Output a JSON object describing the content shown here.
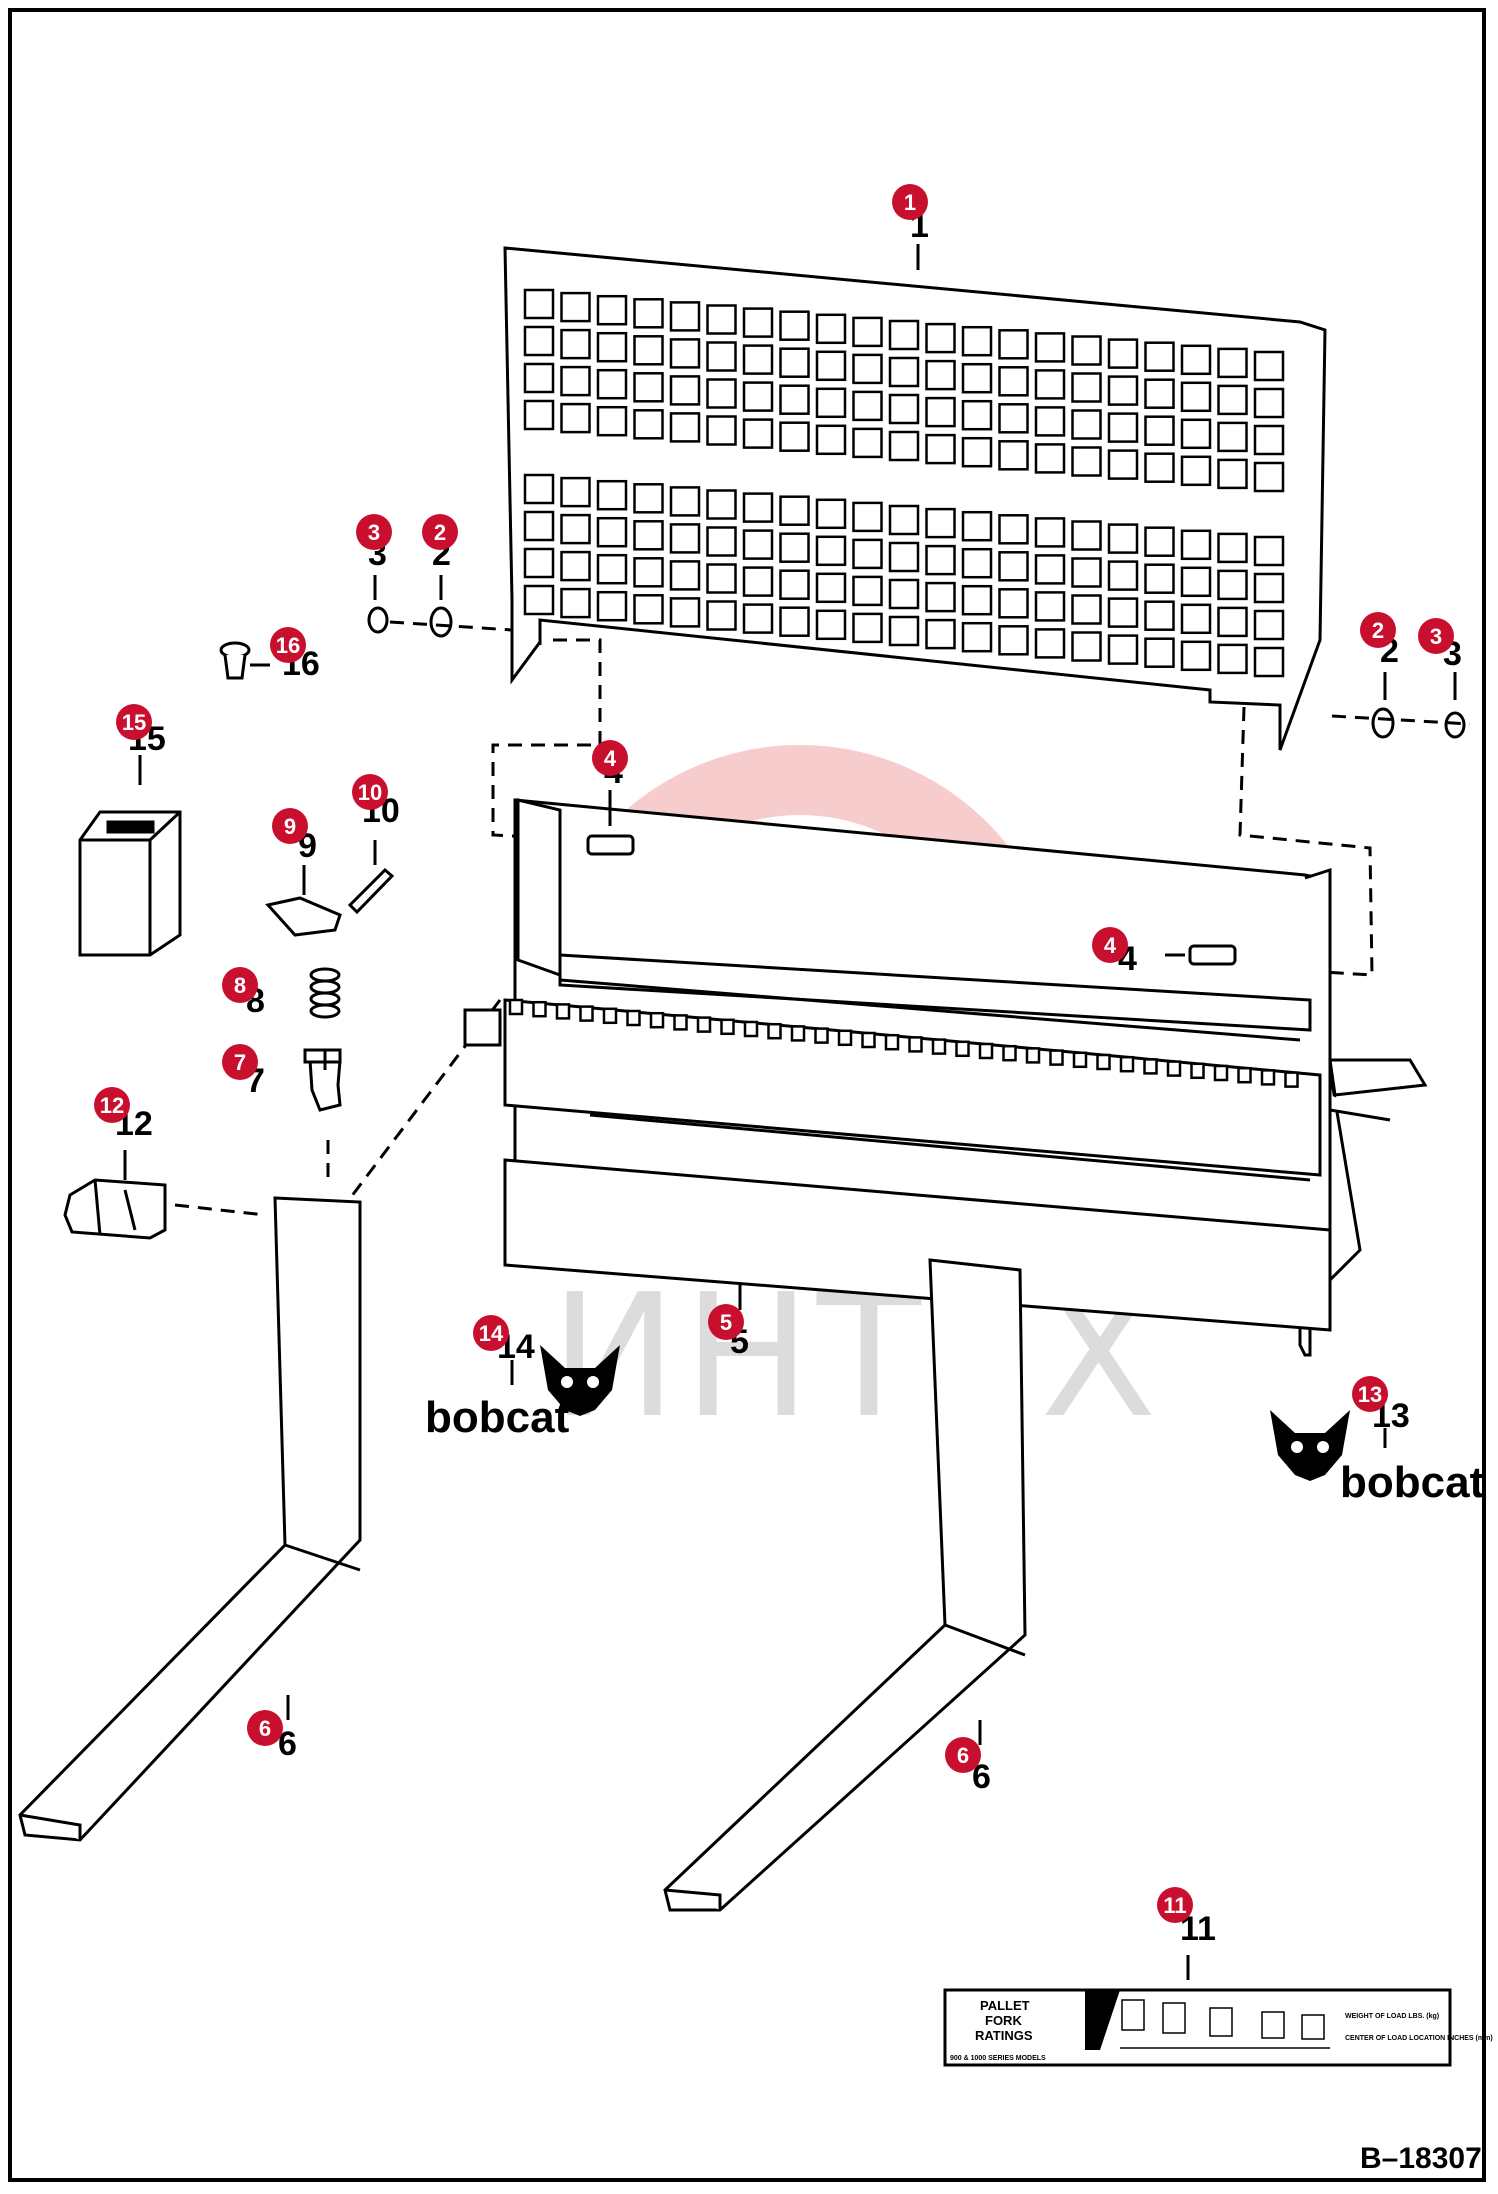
{
  "drawing_ref": "B–18307",
  "watermark_text": "ИНТЕХ",
  "brand_logo_text": "bobcat",
  "callout_color": "#c8102e",
  "parts": [
    {
      "n": "1"
    },
    {
      "n": "2"
    },
    {
      "n": "3"
    },
    {
      "n": "4"
    },
    {
      "n": "5"
    },
    {
      "n": "6"
    },
    {
      "n": "7"
    },
    {
      "n": "8"
    },
    {
      "n": "9"
    },
    {
      "n": "10"
    },
    {
      "n": "11"
    },
    {
      "n": "12"
    },
    {
      "n": "13"
    },
    {
      "n": "14"
    },
    {
      "n": "15"
    },
    {
      "n": "16"
    }
  ],
  "decal": {
    "title_lines": [
      "PALLET",
      "FORK",
      "RATINGS"
    ],
    "bottom_text": "900 & 1000 SERIES MODELS",
    "right_labels": [
      "WEIGHT OF LOAD LBS. (kg)",
      "CENTER OF LOAD LOCATION INCHES (mm)"
    ]
  }
}
